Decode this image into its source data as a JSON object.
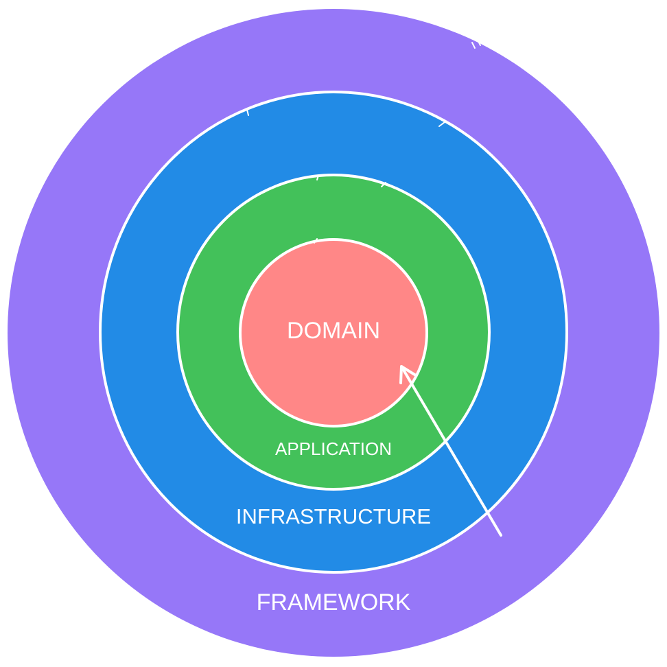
{
  "layers": {
    "framework": {
      "label": "FRAMEWORK",
      "color": "#9677f8"
    },
    "infrastructure": {
      "label": "INFRASTRUCTURE",
      "color": "#228be6"
    },
    "application": {
      "label": "APPLICATION",
      "color": "#43c15a"
    },
    "domain": {
      "label": "DOMAIN",
      "color": "#ff8787"
    }
  },
  "stroke_color": "#ffffff",
  "label_color": "#ffffff"
}
